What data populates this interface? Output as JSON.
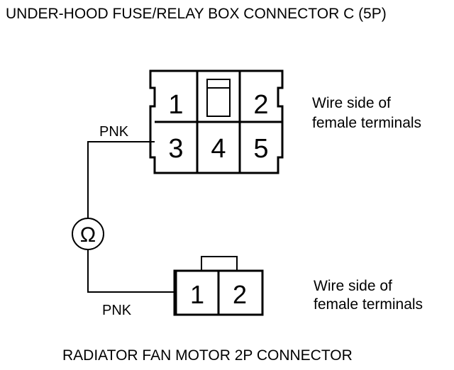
{
  "top_connector": {
    "title": "UNDER-HOOD FUSE/RELAY BOX CONNECTOR C (5P)",
    "pins": [
      "1",
      "2",
      "3",
      "4",
      "5"
    ],
    "note_line1": "Wire side of",
    "note_line2": "female terminals"
  },
  "bottom_connector": {
    "title": "RADIATOR FAN MOTOR 2P CONNECTOR",
    "pins": [
      "1",
      "2"
    ],
    "note_line1": "Wire side of",
    "note_line2": "female terminals"
  },
  "wires": {
    "top_color": "PNK",
    "bottom_color": "PNK"
  },
  "meter": {
    "symbol": "Ω",
    "icon": "ohmmeter-icon"
  }
}
